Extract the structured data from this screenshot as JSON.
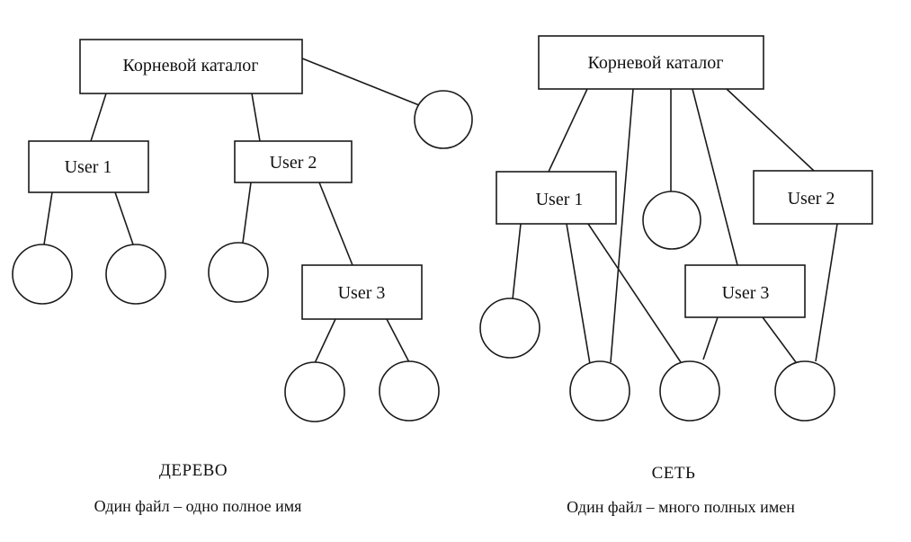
{
  "tree": {
    "root_label": "Корневой каталог",
    "user1_label": "User 1",
    "user2_label": "User 2",
    "user3_label": "User 3",
    "title": "ДЕРЕВО",
    "subtitle": "Один файл – одно полное имя"
  },
  "network": {
    "root_label": "Корневой каталог",
    "user1_label": "User 1",
    "user2_label": "User 2",
    "user3_label": "User 3",
    "title": "СЕТЬ",
    "subtitle": "Один файл – много полных имен"
  }
}
